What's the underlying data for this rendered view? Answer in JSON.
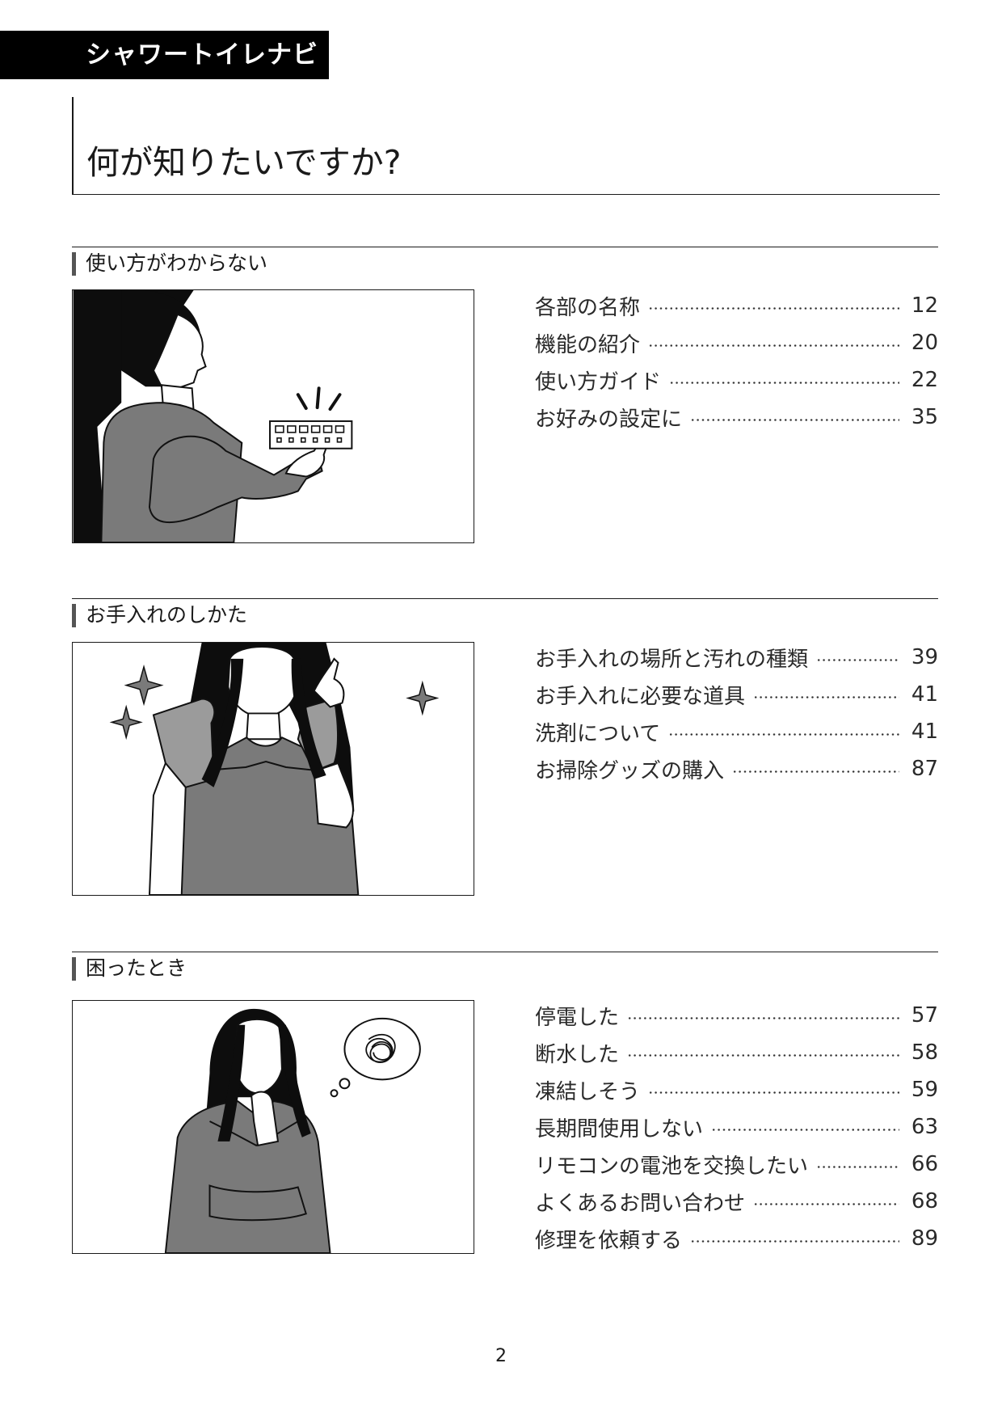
{
  "header_tag": "シャワートイレナビ",
  "page_title": "何が知りたいですか?",
  "page_number": "2",
  "colors": {
    "figure_gray": "#7a7a7a",
    "hair": "#0d0d0d",
    "accent_black": "#000000"
  },
  "sections": [
    {
      "heading": "使い方がわからない",
      "illustration": "woman-pressing-remote-buttons",
      "items": [
        {
          "label": "各部の名称",
          "page": "12"
        },
        {
          "label": "機能の紹介",
          "page": "20"
        },
        {
          "label": "使い方ガイド",
          "page": "22"
        },
        {
          "label": "お好みの設定に",
          "page": "35"
        }
      ]
    },
    {
      "heading": "お手入れのしかた",
      "illustration": "woman-with-cleaning-gloves",
      "items": [
        {
          "label": "お手入れの場所と汚れの種類",
          "page": "39"
        },
        {
          "label": "お手入れに必要な道具",
          "page": "41"
        },
        {
          "label": "洗剤について",
          "page": "41"
        },
        {
          "label": "お掃除グッズの購入",
          "page": "87"
        }
      ]
    },
    {
      "heading": "困ったとき",
      "illustration": "woman-thinking-confused",
      "items": [
        {
          "label": "停電した",
          "page": "57"
        },
        {
          "label": "断水した",
          "page": "58"
        },
        {
          "label": "凍結しそう",
          "page": "59"
        },
        {
          "label": "長期間使用しない",
          "page": "63"
        },
        {
          "label": "リモコンの電池を交換したい",
          "page": "66"
        },
        {
          "label": "よくあるお問い合わせ",
          "page": "68"
        },
        {
          "label": "修理を依頼する",
          "page": "89"
        }
      ]
    }
  ]
}
